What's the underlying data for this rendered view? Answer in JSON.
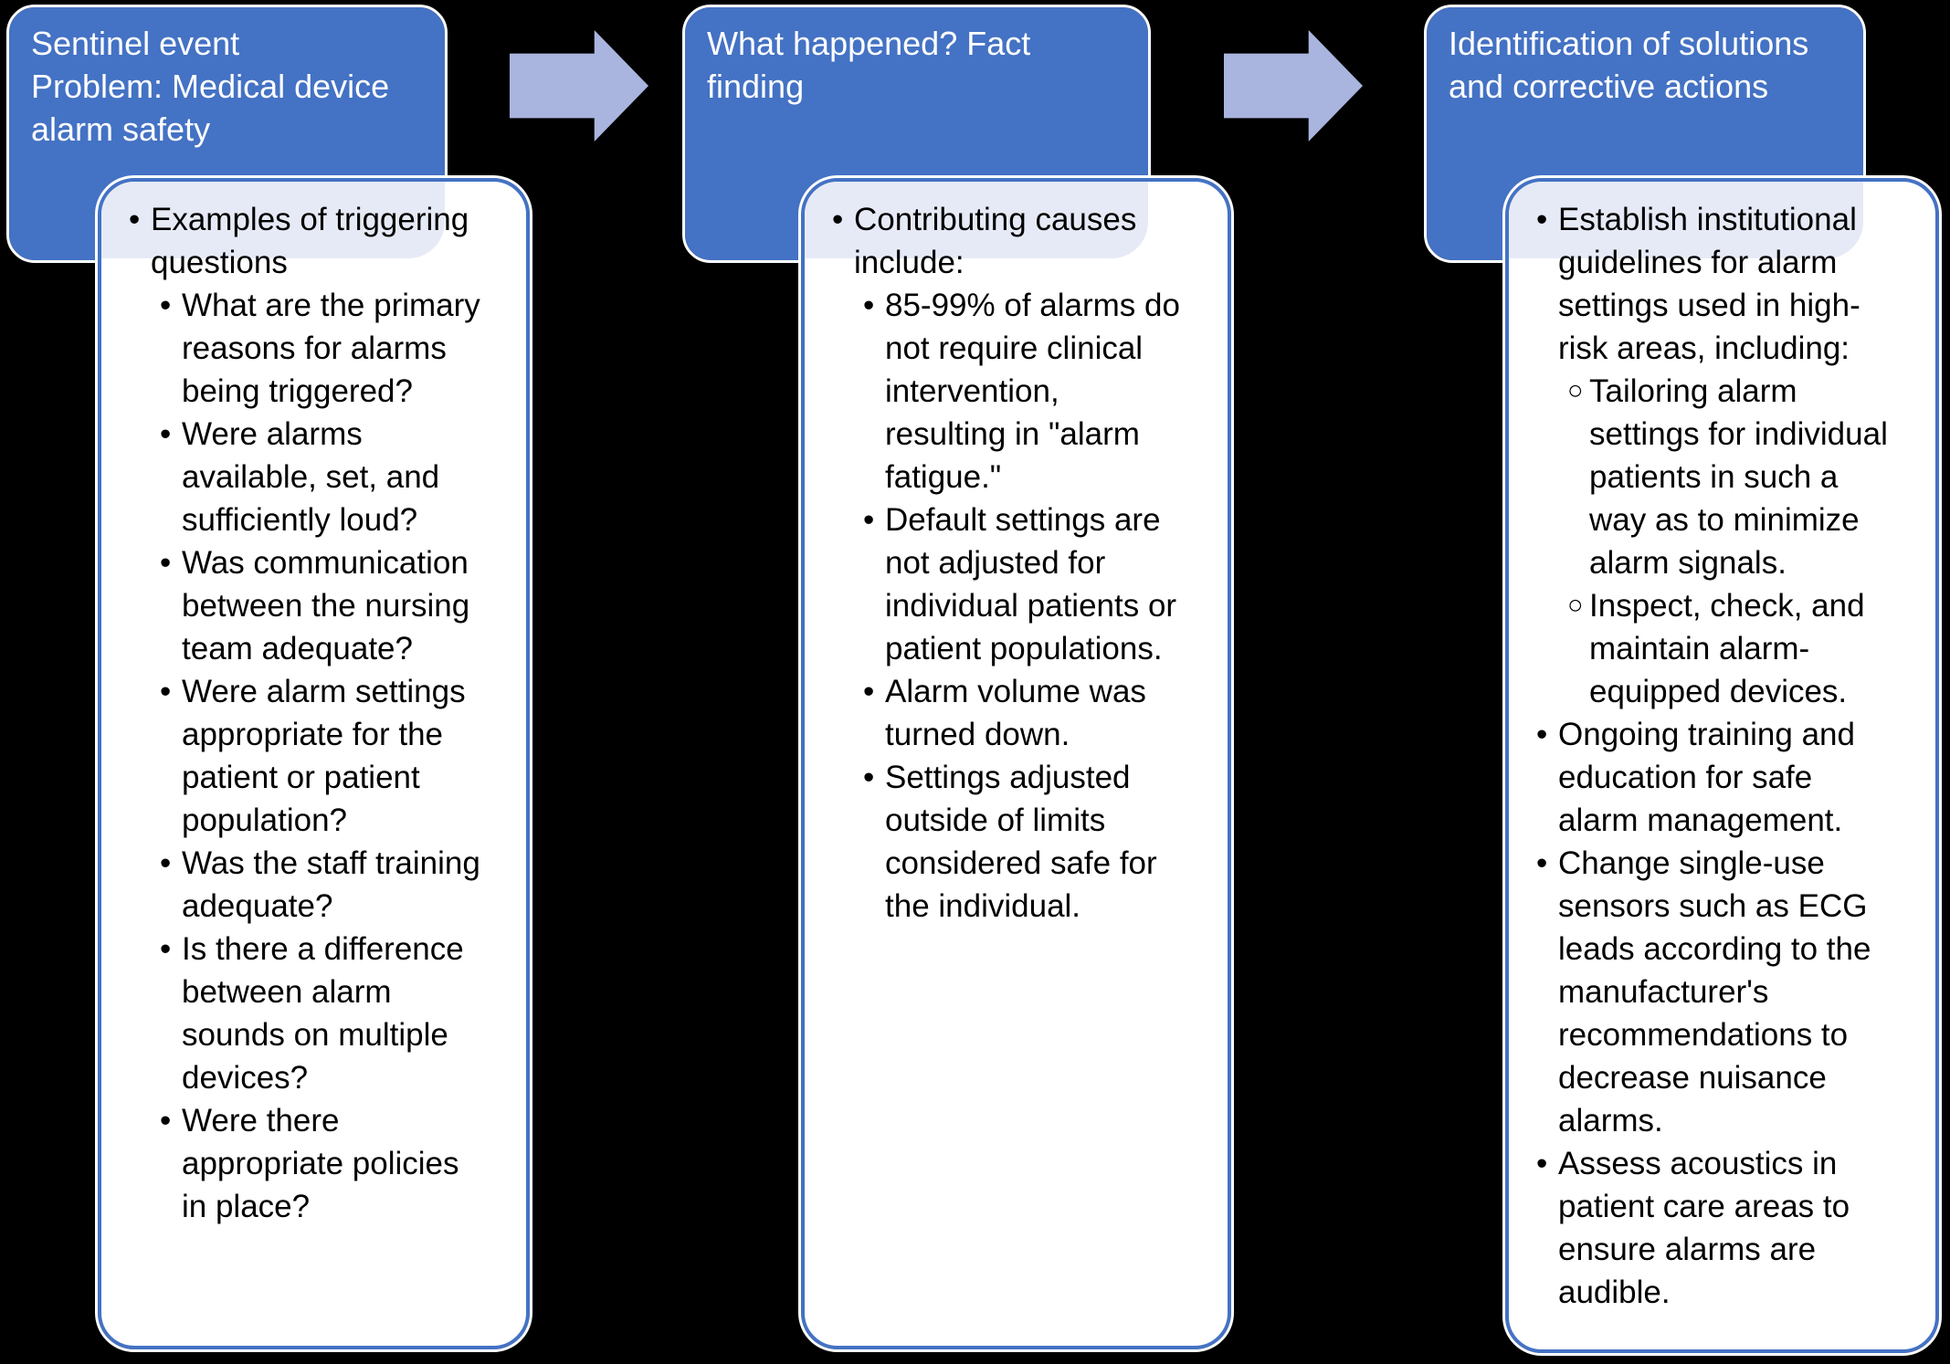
{
  "colors": {
    "header_fill": "#4472C4",
    "arrow_fill": "#A9B5DE",
    "band_fill": "#E6EAF6",
    "box_border": "#4472C4",
    "header_text": "#FFFFFF",
    "body_text": "#000000",
    "background": "#000000"
  },
  "arrows": [
    {
      "glyph": "right-block-arrow"
    },
    {
      "glyph": "right-block-arrow"
    }
  ],
  "columns": [
    {
      "header": "Sentinel event\nProblem: Medical device\nalarm safety",
      "items": [
        {
          "bullet": "•",
          "level": 1,
          "text": "Examples of triggering\nquestions"
        },
        {
          "bullet": "•",
          "level": 2,
          "text": "What are the primary\nreasons for alarms\nbeing triggered?"
        },
        {
          "bullet": "•",
          "level": 2,
          "text": "Were alarms\navailable, set, and\nsufficiently loud?"
        },
        {
          "bullet": "•",
          "level": 2,
          "text": "Was communication\nbetween the nursing\nteam adequate?"
        },
        {
          "bullet": "•",
          "level": 2,
          "text": "Were alarm settings\nappropriate for the\npatient or patient\npopulation?"
        },
        {
          "bullet": "•",
          "level": 2,
          "text": "Was the staff training\nadequate?"
        },
        {
          "bullet": "•",
          "level": 2,
          "text": "Is there a difference\nbetween alarm\nsounds on multiple\ndevices?"
        },
        {
          "bullet": "•",
          "level": 2,
          "text": "Were there\nappropriate policies\nin place?"
        }
      ]
    },
    {
      "header": "What happened? Fact\nfinding",
      "items": [
        {
          "bullet": "•",
          "level": 1,
          "text": "Contributing causes\ninclude:"
        },
        {
          "bullet": "•",
          "level": 2,
          "text": "85-99% of alarms do\nnot require clinical\nintervention,\nresulting in \"alarm\nfatigue.\""
        },
        {
          "bullet": "•",
          "level": 2,
          "text": "Default settings are\nnot adjusted for\nindividual patients or\npatient populations."
        },
        {
          "bullet": "•",
          "level": 2,
          "text": "Alarm volume was\nturned down."
        },
        {
          "bullet": "•",
          "level": 2,
          "text": "Settings adjusted\noutside of limits\nconsidered safe for\nthe individual."
        }
      ]
    },
    {
      "header": "Identification of solutions\nand corrective actions",
      "items": [
        {
          "bullet": "•",
          "level": 1,
          "text": "Establish institutional\nguidelines for alarm\nsettings used in high-\nrisk areas, including:"
        },
        {
          "bullet": "○",
          "level": 2,
          "text": "Tailoring alarm\nsettings for individual\npatients in such a\nway as to minimize\nalarm signals."
        },
        {
          "bullet": "○",
          "level": 2,
          "text": "Inspect, check, and\nmaintain alarm-\nequipped devices."
        },
        {
          "bullet": "•",
          "level": 1,
          "text": "Ongoing training and\neducation for safe\nalarm management."
        },
        {
          "bullet": "•",
          "level": 1,
          "text": "Change single-use\nsensors such as ECG\nleads according to the\nmanufacturer's\nrecommendations to\ndecrease nuisance\nalarms."
        },
        {
          "bullet": "•",
          "level": 1,
          "text": "Assess acoustics in\npatient care areas to\nensure alarms are\naudible."
        }
      ]
    }
  ]
}
